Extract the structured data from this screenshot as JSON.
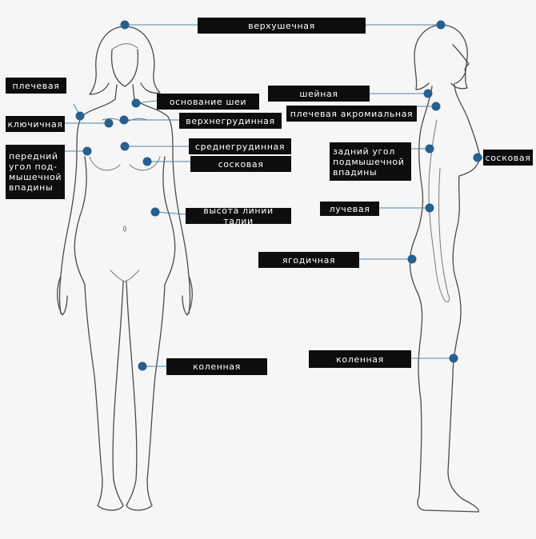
{
  "labels": {
    "verkhushechnaya": "верхушечная",
    "shoulder_front": "плечевая",
    "neck_base": "основание шеи",
    "clavicle": "ключичная",
    "upper_chest": "верхнегрудинная",
    "mid_chest": "среднегрудинная",
    "nipple_front": "сосковая",
    "axilla_front": "передний\nугол под-\nмышечной\nвпадины",
    "waist": "высота линии талии",
    "knee_front": "коленная",
    "neck_side": "шейная",
    "acromial": "плечевая акромиальная",
    "axilla_back": "задний угол\nподмышечной\nвпадины",
    "nipple_side": "сосковая",
    "radial": "лучевая",
    "gluteal": "ягодичная",
    "knee_side": "коленная"
  },
  "colors": {
    "dot": "#275f8f",
    "leader": "#4e86a8",
    "label_bg": "#0d0d0d",
    "label_text": "#ffffff",
    "outline": "#4a4a4a"
  }
}
